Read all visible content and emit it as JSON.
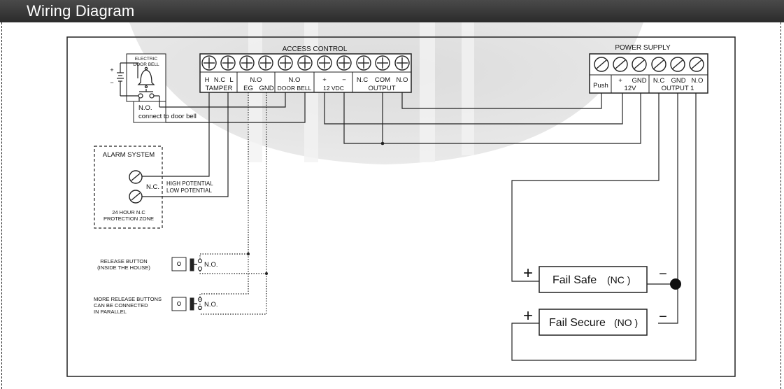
{
  "header": {
    "title": "Wiring Diagram"
  },
  "access_control": {
    "title": "ACCESS CONTROL",
    "terminal_labels": [
      "H",
      "N.C",
      "L",
      "N.O",
      "EG",
      "GND",
      "N.O",
      "+",
      "−",
      "N.C",
      "COM",
      "N.O"
    ],
    "group_labels": [
      "TAMPER",
      "DOOR BELL",
      "12 VDC",
      "OUTPUT"
    ]
  },
  "power_supply": {
    "title": "POWER SUPPLY",
    "terminal_labels": [
      "Push",
      "+",
      "GND",
      "N.C",
      "GND",
      "N.O"
    ],
    "group_labels": [
      "12V",
      "OUTPUT 1"
    ]
  },
  "door_bell": {
    "title_line1": "ELECTRIC",
    "title_line2": "DOOR BELL",
    "contact": "N.O.",
    "note": "connect to door bell"
  },
  "alarm": {
    "title": "ALARM SYSTEM",
    "contact": "N.C.",
    "high": "HIGH POTENTIAL",
    "low": "LOW POTENTIAL",
    "zone_line1": "24 HOUR N.C",
    "zone_line2": "PROTECTION ZONE"
  },
  "release_button": {
    "line1": "RELEASE BUTTON",
    "line2": "(INSIDE THE HOUSE)",
    "contact": "N.O."
  },
  "more_buttons": {
    "line1": "MORE RELEASE BUTTONS",
    "line2": "CAN BE CONNECTED",
    "line3": "IN PARALLEL",
    "contact": "N.O."
  },
  "locks": {
    "fail_safe_name": "Fail  Safe",
    "fail_safe_mode": "(NC )",
    "fail_secure_name": "Fail Secure",
    "fail_secure_mode": "(NO )",
    "plus": "+",
    "minus": "−"
  }
}
